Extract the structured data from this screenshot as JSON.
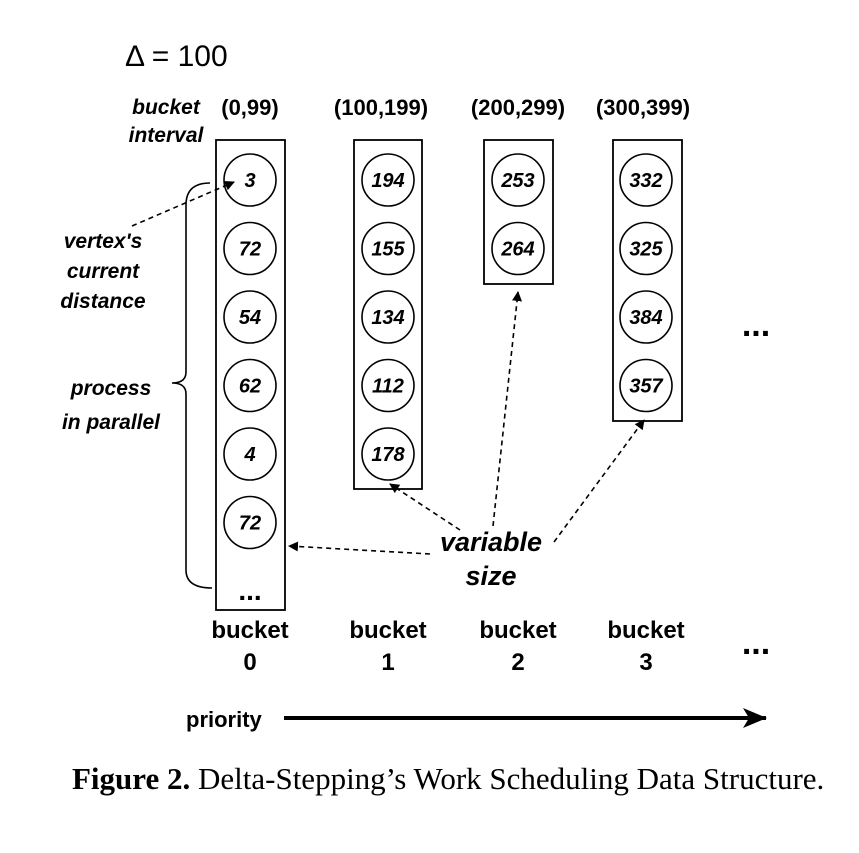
{
  "delta_label": "Δ = 100",
  "bucket_interval_label": [
    "bucket",
    "interval"
  ],
  "buckets": [
    {
      "interval": "(0,99)",
      "name": [
        "bucket",
        "0"
      ],
      "values": [
        "3",
        "72",
        "54",
        "62",
        "4",
        "72"
      ],
      "overflow": "..."
    },
    {
      "interval": "(100,199)",
      "name": [
        "bucket",
        "1"
      ],
      "values": [
        "194",
        "155",
        "134",
        "112",
        "178"
      ]
    },
    {
      "interval": "(200,299)",
      "name": [
        "bucket",
        "2"
      ],
      "values": [
        "253",
        "264"
      ]
    },
    {
      "interval": "(300,399)",
      "name": [
        "bucket",
        "3"
      ],
      "values": [
        "332",
        "325",
        "384",
        "357"
      ]
    }
  ],
  "more_buckets": "...",
  "vertex_label": [
    "vertex's",
    "current",
    "distance"
  ],
  "parallel_label": [
    "process",
    "in parallel"
  ],
  "variable_size_label": [
    "variable",
    "size"
  ],
  "priority_label": "priority",
  "caption": {
    "prefix": "Figure 2.",
    "text": "Delta-Stepping’s Work Scheduling Data Structure."
  }
}
